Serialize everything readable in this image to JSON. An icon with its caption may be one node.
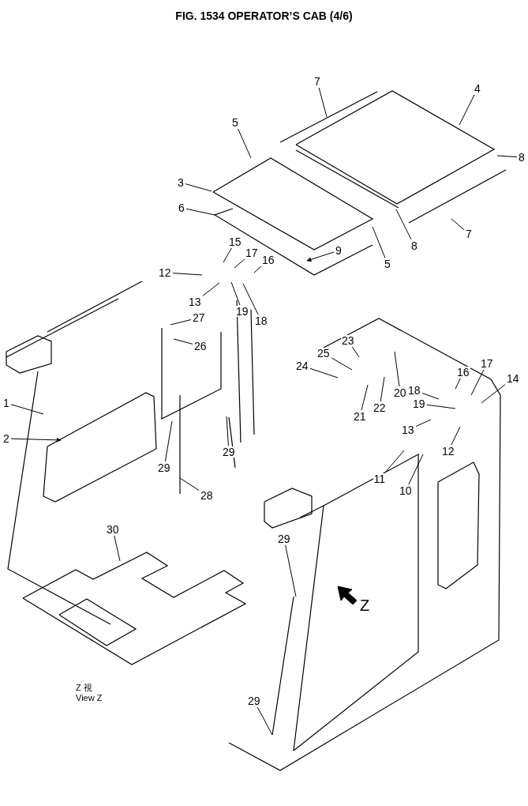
{
  "diagram": {
    "title": "FIG. 1534 OPERATOR’S CAB (4/6)",
    "nodes": [
      {
        "text": [
          "7"
        ]
      },
      {
        "text": [
          "4"
        ]
      },
      {
        "text": [
          "5"
        ]
      },
      {
        "text": [
          "8"
        ]
      },
      {
        "text": [
          "3"
        ]
      },
      {
        "text": [
          "6"
        ]
      },
      {
        "text": [
          "5"
        ]
      },
      {
        "text": [
          "8"
        ]
      },
      {
        "text": [
          "7"
        ]
      },
      {
        "text": [
          "9"
        ]
      },
      {
        "text": [
          "15"
        ]
      },
      {
        "text": [
          "17"
        ]
      },
      {
        "text": [
          "16"
        ]
      },
      {
        "text": [
          "12"
        ]
      },
      {
        "text": [
          "13"
        ]
      },
      {
        "text": [
          "19"
        ]
      },
      {
        "text": [
          "18"
        ]
      },
      {
        "text": [
          "27"
        ]
      },
      {
        "text": [
          "26"
        ]
      },
      {
        "text": [
          "23"
        ]
      },
      {
        "text": [
          "25"
        ]
      },
      {
        "text": [
          "16"
        ]
      },
      {
        "text": [
          "17"
        ]
      },
      {
        "text": [
          "14"
        ]
      },
      {
        "text": [
          "1"
        ]
      },
      {
        "text": [
          "24"
        ]
      },
      {
        "text": [
          "20"
        ]
      },
      {
        "text": [
          "18"
        ]
      },
      {
        "text": [
          "21"
        ]
      },
      {
        "text": [
          "22"
        ]
      },
      {
        "text": [
          "19"
        ]
      },
      {
        "text": [
          "2"
        ]
      },
      {
        "text": [
          "13"
        ]
      },
      {
        "text": [
          "12"
        ]
      },
      {
        "text": [
          "29"
        ]
      },
      {
        "text": [
          "29"
        ]
      },
      {
        "text": [
          "11"
        ]
      },
      {
        "text": [
          "10"
        ]
      },
      {
        "text": [
          "28"
        ]
      },
      {
        "text": [
          "30"
        ]
      },
      {
        "text": [
          "29"
        ]
      },
      {
        "text": [
          "29"
        ]
      }
    ],
    "edges": [
      {
        "from": 0,
        "to": null,
        "arrow": "none"
      },
      {
        "from": 1,
        "to": null,
        "arrow": "none"
      },
      {
        "from": 2,
        "to": null,
        "arrow": "none"
      },
      {
        "from": 3,
        "to": null,
        "arrow": "none"
      },
      {
        "from": 4,
        "to": null,
        "arrow": "none"
      },
      {
        "from": 5,
        "to": null,
        "arrow": "none"
      },
      {
        "from": 6,
        "to": null,
        "arrow": "none"
      },
      {
        "from": 7,
        "to": null,
        "arrow": "none"
      },
      {
        "from": 8,
        "to": null,
        "arrow": "none"
      },
      {
        "from": 9,
        "to": null,
        "arrow": "to"
      },
      {
        "from": 10,
        "to": null,
        "arrow": "none"
      },
      {
        "from": 11,
        "to": null,
        "arrow": "none"
      },
      {
        "from": 12,
        "to": null,
        "arrow": "none"
      },
      {
        "from": 13,
        "to": null,
        "arrow": "none"
      },
      {
        "from": 14,
        "to": null,
        "arrow": "none"
      },
      {
        "from": 15,
        "to": null,
        "arrow": "none"
      },
      {
        "from": 16,
        "to": null,
        "arrow": "none"
      },
      {
        "from": 17,
        "to": null,
        "arrow": "none"
      },
      {
        "from": 18,
        "to": null,
        "arrow": "none"
      },
      {
        "from": 19,
        "to": null,
        "arrow": "none"
      },
      {
        "from": 20,
        "to": null,
        "arrow": "none"
      },
      {
        "from": 21,
        "to": null,
        "arrow": "none"
      },
      {
        "from": 22,
        "to": null,
        "arrow": "none"
      },
      {
        "from": 23,
        "to": null,
        "arrow": "none"
      },
      {
        "from": 24,
        "to": null,
        "arrow": "none"
      },
      {
        "from": 25,
        "to": null,
        "arrow": "none"
      },
      {
        "from": 26,
        "to": null,
        "arrow": "none"
      },
      {
        "from": 27,
        "to": null,
        "arrow": "none"
      },
      {
        "from": 28,
        "to": null,
        "arrow": "none"
      },
      {
        "from": 29,
        "to": null,
        "arrow": "none"
      },
      {
        "from": 30,
        "to": null,
        "arrow": "none"
      },
      {
        "from": 31,
        "to": null,
        "arrow": "to"
      },
      {
        "from": 32,
        "to": null,
        "arrow": "none"
      },
      {
        "from": 33,
        "to": null,
        "arrow": "none"
      },
      {
        "from": 34,
        "to": null,
        "arrow": "none"
      },
      {
        "from": 35,
        "to": null,
        "arrow": "none"
      },
      {
        "from": 36,
        "to": null,
        "arrow": "none"
      },
      {
        "from": 37,
        "to": null,
        "arrow": "none"
      },
      {
        "from": 38,
        "to": null,
        "arrow": "none"
      },
      {
        "from": 39,
        "to": null,
        "arrow": "none"
      },
      {
        "from": 40,
        "to": null,
        "arrow": "none"
      },
      {
        "from": 41,
        "to": null,
        "arrow": "none"
      }
    ],
    "labels": [
      "Z",
      "Z 視",
      "View Z"
    ]
  }
}
